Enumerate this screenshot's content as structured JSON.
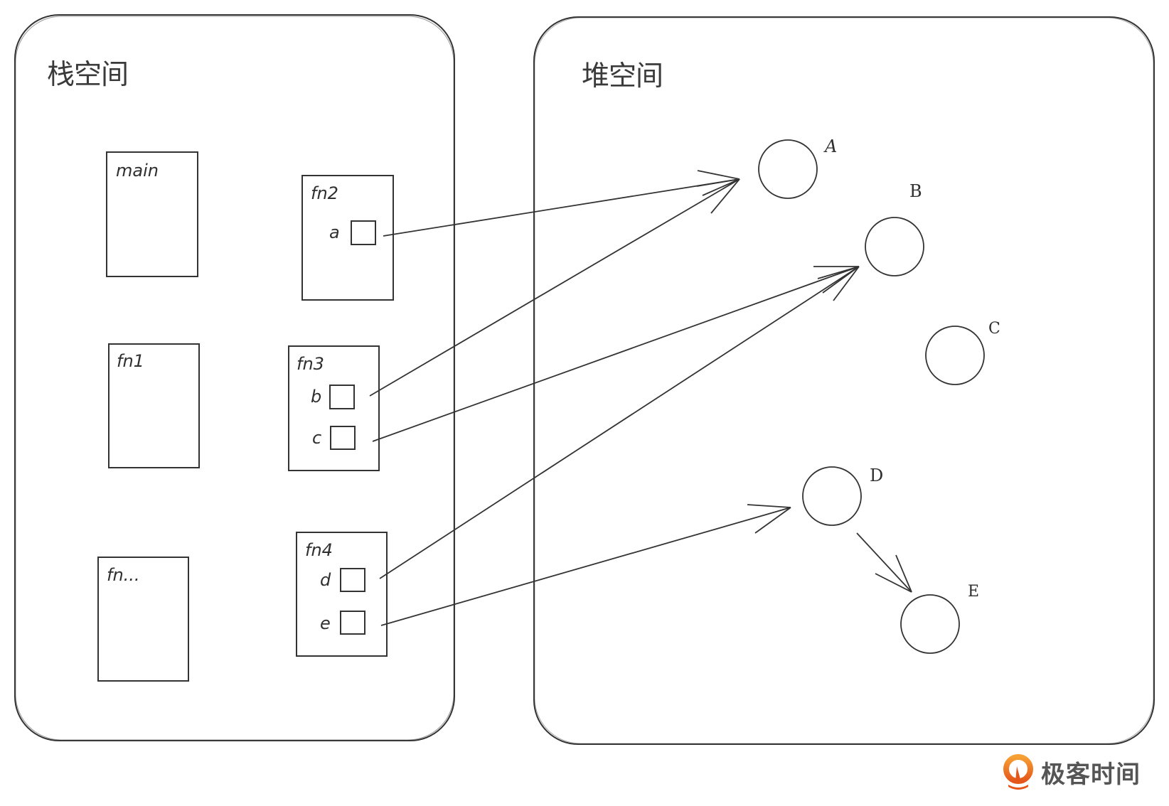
{
  "regions": {
    "stack": {
      "title": "栈空间"
    },
    "heap": {
      "title": "堆空间"
    }
  },
  "stack_frames": [
    {
      "name": "main",
      "vars": []
    },
    {
      "name": "fn1",
      "vars": []
    },
    {
      "name": "fn...",
      "vars": []
    },
    {
      "name": "fn2",
      "vars": [
        "a"
      ]
    },
    {
      "name": "fn3",
      "vars": [
        "b",
        "c"
      ]
    },
    {
      "name": "fn4",
      "vars": [
        "d",
        "e"
      ]
    }
  ],
  "heap_objects": [
    "A",
    "B",
    "C",
    "D",
    "E"
  ],
  "references": [
    {
      "from": "a",
      "to": "A"
    },
    {
      "from": "b",
      "to": "A"
    },
    {
      "from": "c",
      "to": "B"
    },
    {
      "from": "d",
      "to": "B"
    },
    {
      "from": "e",
      "to": "D"
    },
    {
      "from": "D",
      "to": "E"
    }
  ],
  "watermark": {
    "text": "极客时间",
    "accent_color": "#f07a1f"
  },
  "colors": {
    "stroke": "#333333"
  }
}
